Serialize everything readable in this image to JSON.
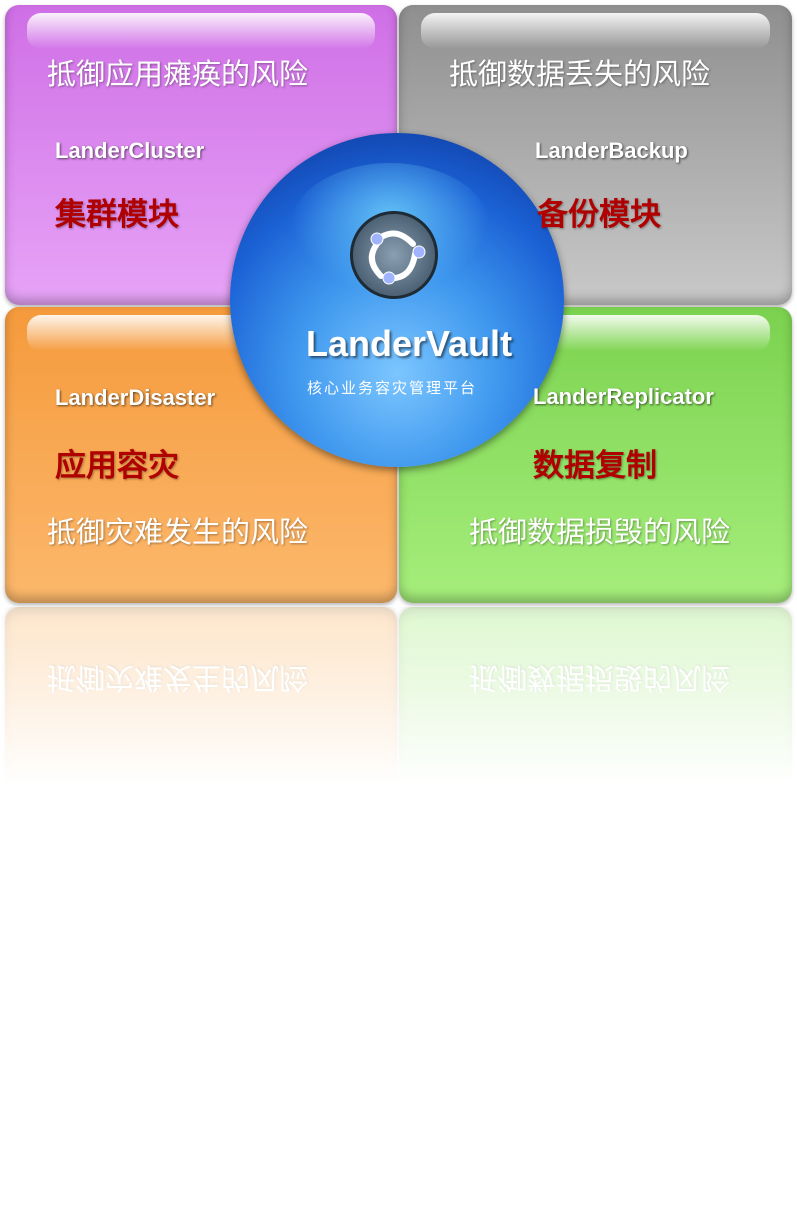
{
  "quadrants": {
    "cluster": {
      "risk": "抵御应用瘫痪的风险",
      "product": "LanderCluster",
      "module": "集群模块"
    },
    "backup": {
      "risk": "抵御数据丢失的风险",
      "product": "LanderBackup",
      "module": "备份模块"
    },
    "disaster": {
      "risk": "抵御灾难发生的风险",
      "product": "LanderDisaster",
      "module": "应用容灾"
    },
    "replicator": {
      "risk": "抵御数据损毁的风险",
      "product": "LanderReplicator",
      "module": "数据复制"
    }
  },
  "center": {
    "title": "LanderVault",
    "subtitle": "核心业务容灾管理平台",
    "icon": "tri-orbit-logo-icon"
  },
  "colors": {
    "cluster": "#d98af0",
    "backup": "#a8a8a8",
    "disaster": "#f8a650",
    "replicator": "#8fe060",
    "module_text": "#b00000",
    "orb": "#2a7de6"
  }
}
